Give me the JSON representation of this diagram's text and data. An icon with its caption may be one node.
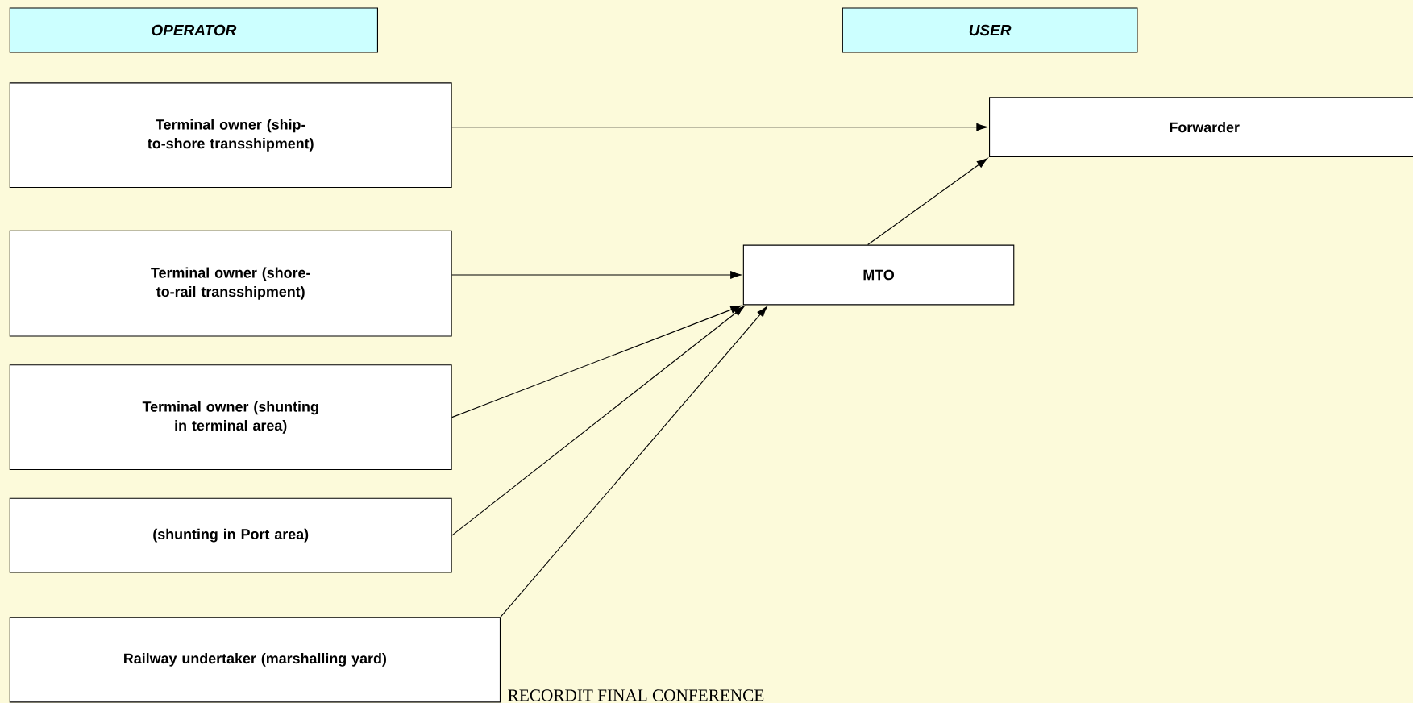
{
  "diagram": {
    "nodes": [
      {
        "text": [
          "OPERATOR"
        ]
      },
      {
        "text": [
          "USER"
        ]
      },
      {
        "text": [
          "Terminal owner (ship-to-shore transshipment)"
        ]
      },
      {
        "text": [
          "Terminal owner (shore-to-rail transshipment)"
        ]
      },
      {
        "text": [
          "Terminal owner (shunting in terminal area)"
        ]
      },
      {
        "text": [
          "(shunting in Port area)"
        ]
      },
      {
        "text": [
          "Railway undertaker (marshalling yard)"
        ]
      },
      {
        "text": [
          "MTO"
        ]
      },
      {
        "text": [
          "Forwarder"
        ]
      }
    ],
    "edges": [
      {
        "from": 2,
        "to": 8,
        "arrow": "to"
      },
      {
        "from": 3,
        "to": 7,
        "arrow": "to"
      },
      {
        "from": 4,
        "to": 7,
        "arrow": "to"
      },
      {
        "from": 5,
        "to": 7,
        "arrow": "to"
      },
      {
        "from": 6,
        "to": 7,
        "arrow": "to"
      },
      {
        "from": 7,
        "to": 8,
        "arrow": "to"
      }
    ],
    "labels": [
      "RECORDIT FINAL CONFERENCE"
    ]
  }
}
